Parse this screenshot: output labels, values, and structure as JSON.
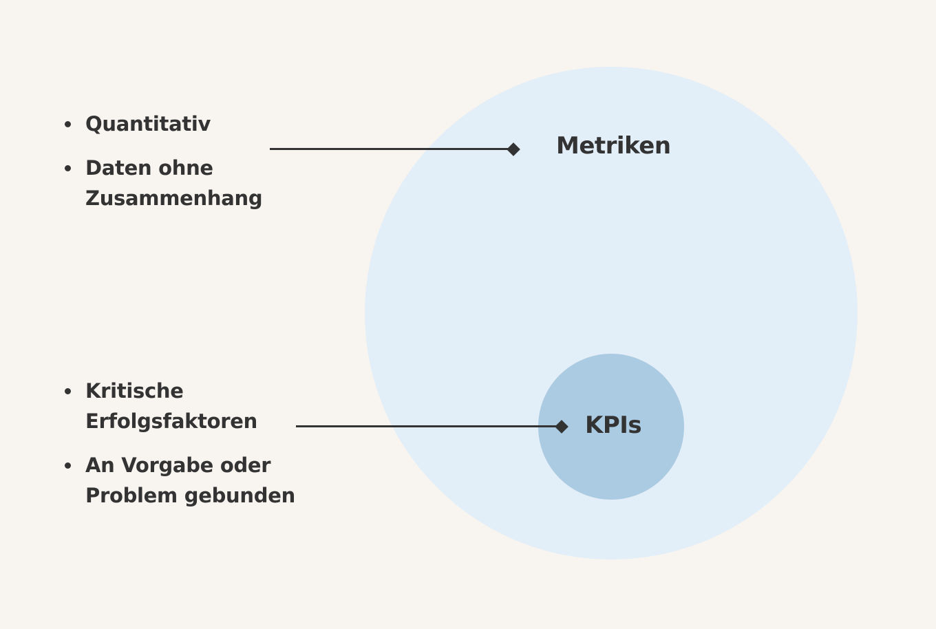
{
  "colors": {
    "background": "#f8f4f0",
    "outer_circle": "#e2eef8",
    "inner_circle": "#abcbe3",
    "text": "#333333",
    "connector": "#333333"
  },
  "diagram": {
    "outer": {
      "label": "Metriken",
      "bullets": [
        "Quantitativ",
        "Daten ohne Zusammenhang"
      ]
    },
    "inner": {
      "label": "KPIs",
      "bullets": [
        "Kritische Erfolgsfaktoren",
        "An Vorgabe oder Problem gebunden"
      ]
    }
  }
}
